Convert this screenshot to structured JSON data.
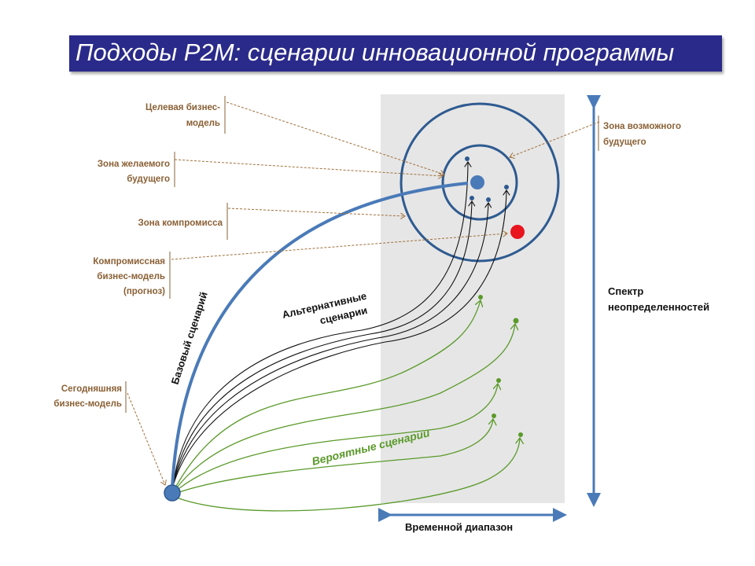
{
  "title": "Подходы P2M: сценарии инновационной программы",
  "labels": {
    "target_model": [
      "Целевая бизнес-",
      "модель"
    ],
    "desired_zone": [
      "Зона желаемого",
      "будущего"
    ],
    "compromise_zone": "Зона компромисса",
    "compromise_model": [
      "Компромиссная",
      "бизнес-модель",
      "(прогноз)"
    ],
    "today_model": [
      "Сегодняшняя",
      "бизнес-модель"
    ],
    "possible_zone": [
      "Зона возможного",
      "будущего"
    ],
    "uncertainty": [
      "Спектр",
      "неопределенностей"
    ],
    "time_range": "Временной диапазон",
    "base_scenario": "Базовый сценарий",
    "alt_scenarios": [
      "Альтернативные",
      "сценарии"
    ],
    "probable_scenarios": "Вероятные сценарии"
  },
  "colors": {
    "title_bg": "#2a2a8a",
    "label": "#8a6035",
    "blue": "#4a7ab8",
    "navy": "#2e5a90",
    "green": "#5a9a2a",
    "red": "#e8141e",
    "zone": "#e6e6e6"
  }
}
